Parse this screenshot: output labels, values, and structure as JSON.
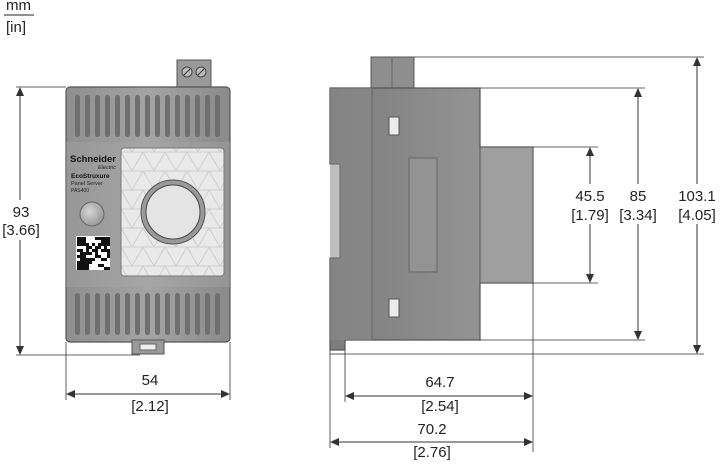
{
  "units": {
    "primary": "mm",
    "secondary": "[in]"
  },
  "front_view": {
    "brand_line1": "Schneider",
    "brand_line2": "Electric",
    "product_line": "EcoStruxure",
    "product_name": "Panel Server",
    "model": "PAS400",
    "height": {
      "mm": "93",
      "in": "[3.66]"
    },
    "width": {
      "mm": "54",
      "in": "[2.12]"
    }
  },
  "side_view": {
    "inner_height": {
      "mm": "45.5",
      "in": "[1.79]"
    },
    "body_height": {
      "mm": "85",
      "in": "[3.34]"
    },
    "total_height": {
      "mm": "103.1",
      "in": "[4.05]"
    },
    "depth_a": {
      "mm": "64.7",
      "in": "[2.54]"
    },
    "depth_b": {
      "mm": "70.2",
      "in": "[2.76]"
    }
  }
}
